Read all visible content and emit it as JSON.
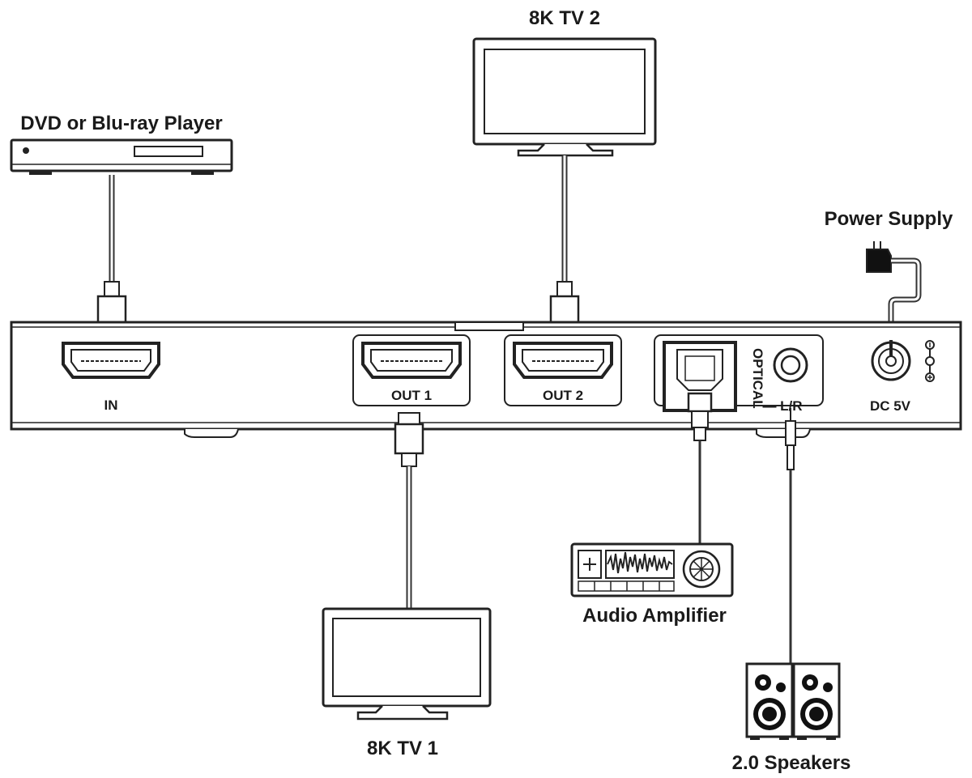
{
  "devices": {
    "source": "DVD or Blu-ray Player",
    "tv1": "8K TV 1",
    "tv2": "8K TV 2",
    "power": "Power Supply",
    "amplifier": "Audio Amplifier",
    "speakers": "2.0 Speakers"
  },
  "ports": {
    "in": "IN",
    "out1": "OUT 1",
    "out2": "OUT 2",
    "optical": "OPTICAL",
    "lr": "— L/R",
    "dc": "DC 5V"
  },
  "colors": {
    "line": "#222222",
    "background": "#ffffff"
  }
}
